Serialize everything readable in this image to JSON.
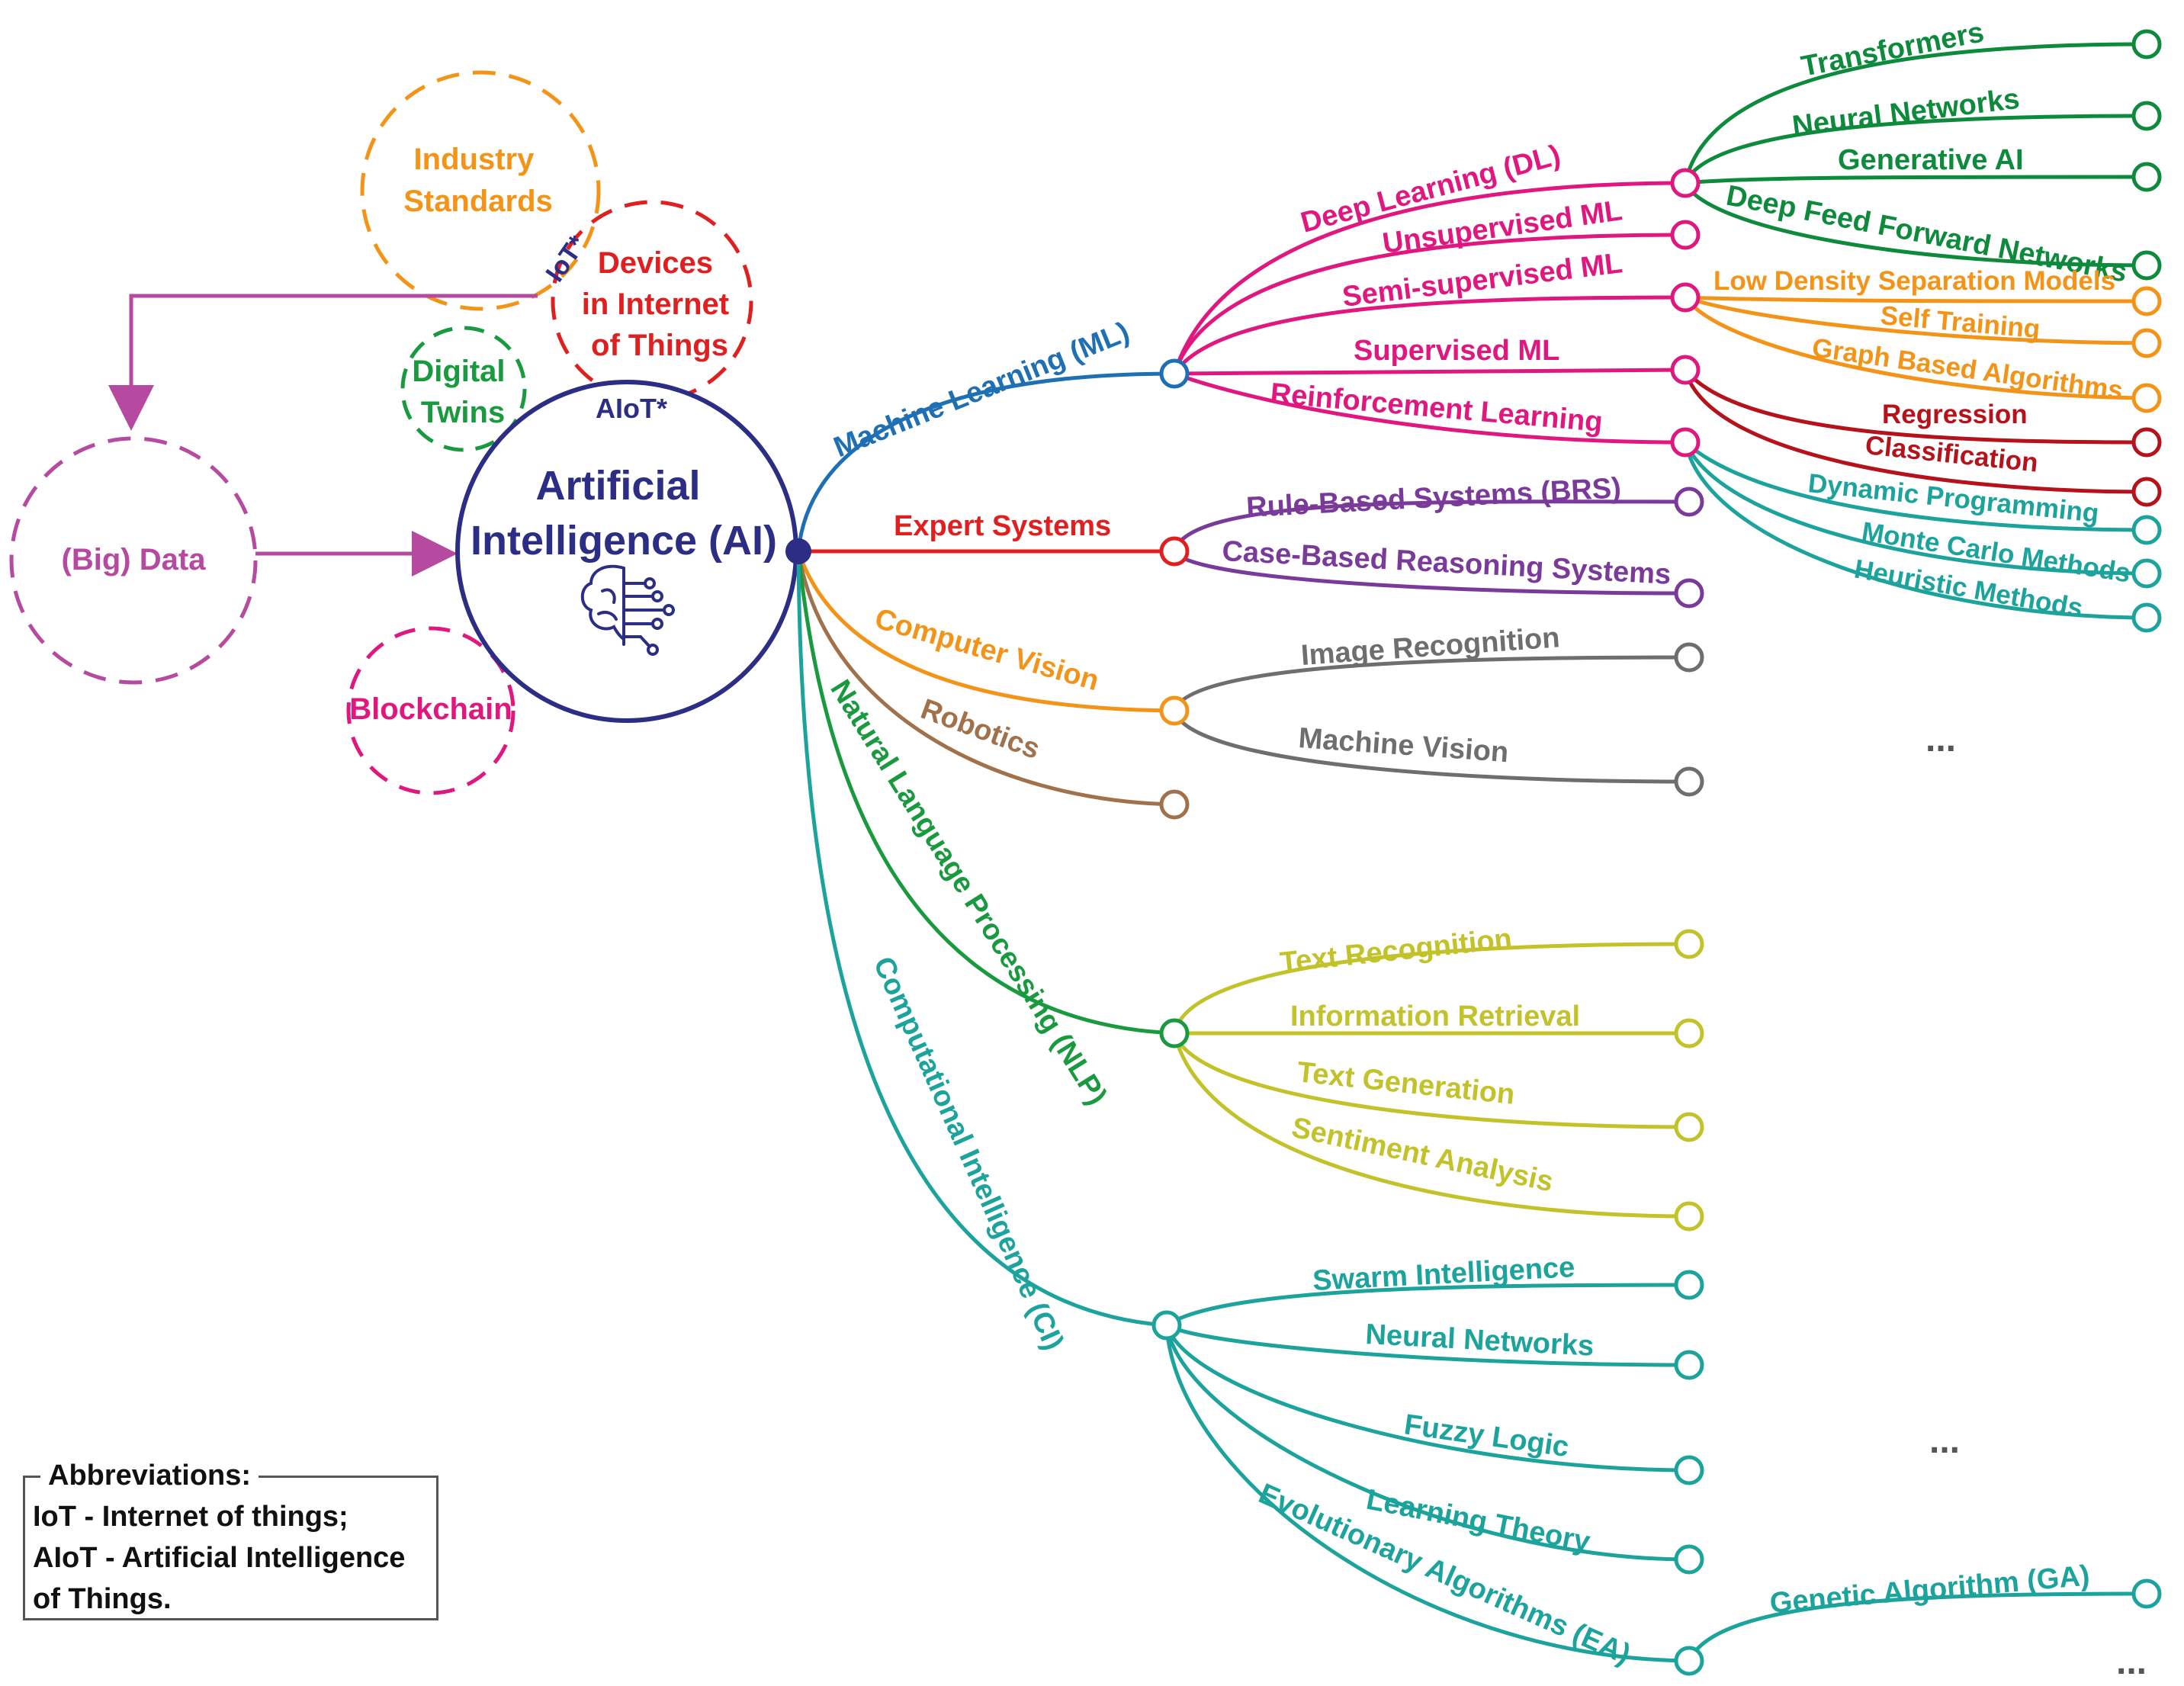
{
  "center": {
    "line1": "Artificial",
    "line2": "Intelligence (AI)",
    "icon": "brain-circuit-icon"
  },
  "surrounding": {
    "industry_standards": [
      "Industry",
      "Standards"
    ],
    "iot_star": "IoT*",
    "devices_iot": [
      "Devices",
      "in Internet",
      "of Things"
    ],
    "digital_twins": [
      "Digital",
      "Twins"
    ],
    "aiot_star": "AIoT*",
    "big_data": "(Big) Data",
    "blockchain": "Blockchain"
  },
  "branches": {
    "ml": {
      "label": "Machine Learning (ML)",
      "children": {
        "dl": {
          "label": "Deep Learning (DL)",
          "children": [
            "Transformers",
            "Neural Networks",
            "Generative AI",
            "Deep Feed Forward Networks"
          ]
        },
        "unsupervised": {
          "label": "Unsupervised ML"
        },
        "semi": {
          "label": "Semi-supervised ML",
          "children": [
            "Low Density Separation Models",
            "Self Training",
            "Graph Based Algorithms"
          ]
        },
        "supervised": {
          "label": "Supervised ML",
          "children": [
            "Regression",
            "Classification"
          ]
        },
        "rl": {
          "label": "Reinforcement Learning",
          "children": [
            "Dynamic Programming",
            "Monte Carlo Methods",
            "Heuristic Methods"
          ]
        }
      }
    },
    "expert": {
      "label": "Expert Systems",
      "children": [
        "Rule-Based Systems (BRS)",
        "Case-Based Reasoning Systems"
      ]
    },
    "cv": {
      "label": "Computer Vision",
      "children": [
        "Image Recognition",
        "Machine Vision"
      ]
    },
    "robotics": {
      "label": "Robotics"
    },
    "nlp": {
      "label": "Natural Language Processing (NLP)",
      "children": [
        "Text Recognition",
        "Information Retrieval",
        "Text Generation",
        "Sentiment Analysis"
      ]
    },
    "ci": {
      "label": "Computational Intelligence (CI)",
      "children": [
        "Swarm Intelligence",
        "Neural Networks",
        "Fuzzy Logic",
        "Learning Theory"
      ],
      "ea": {
        "label": "Evolutionary Algorithms (EA)",
        "children": [
          "Genetic Algorithm (GA)"
        ]
      }
    }
  },
  "ellipsis": [
    "...",
    "...",
    "..."
  ],
  "abbreviations": {
    "title": "Abbreviations:",
    "lines": [
      "IoT - Internet of things;",
      "AIoT -  Artificial Intelligence",
      "of Things."
    ]
  },
  "colors": {
    "ai": "#2b2e84",
    "ml": "#1f6fb5",
    "dl": "#0d8a3c",
    "pink": "#e0177f",
    "orange": "#f39419",
    "red": "#e02020",
    "darkred": "#b5121b",
    "teal": "#1ba39c",
    "purple": "#7a3a9a",
    "gray": "#6e6e6e",
    "brown": "#a0714a",
    "green": "#1a9a3f",
    "olive": "#c2c22a",
    "magenta": "#b54aa0"
  }
}
